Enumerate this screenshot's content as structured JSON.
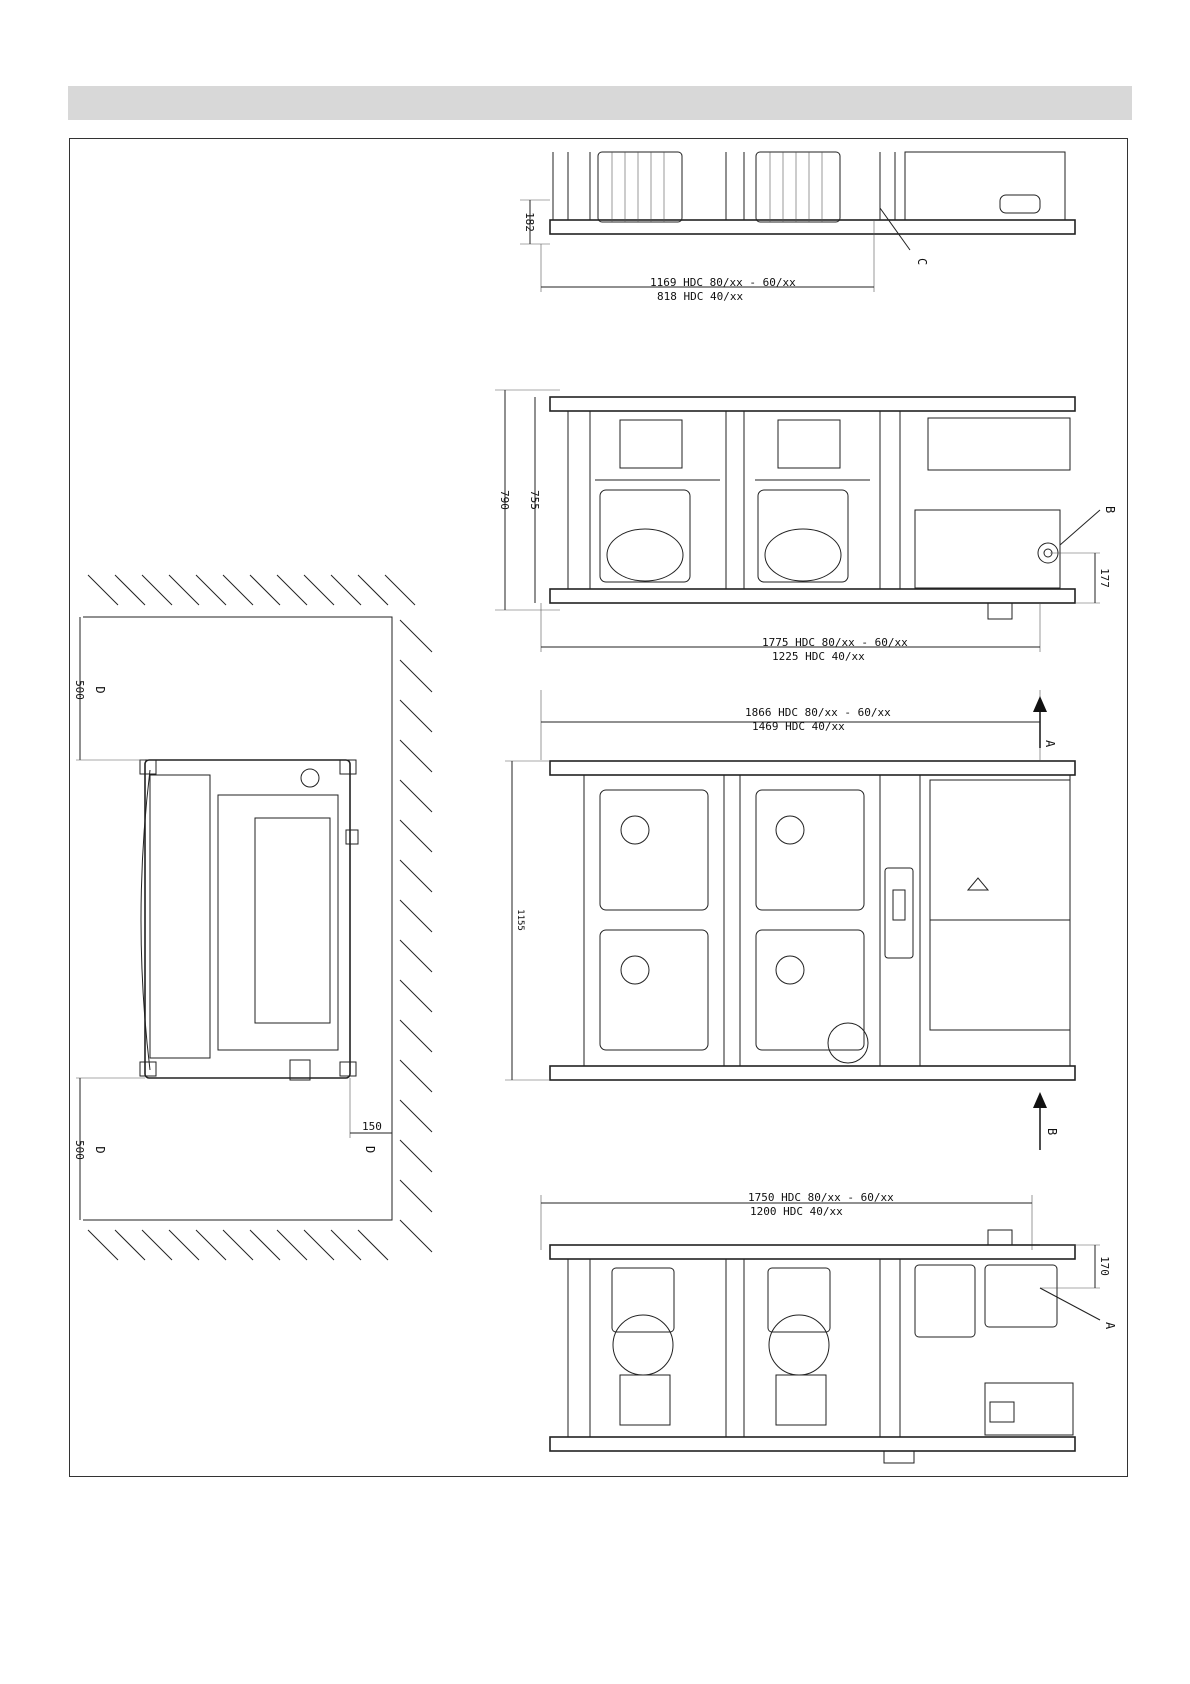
{
  "header": {
    "title": ""
  },
  "views": {
    "top_view": {
      "height_dim": "182",
      "width_dim_1": "1169  HDC 80/xx - 60/xx",
      "width_dim_2": "818  HDC 40/xx",
      "callout": "C"
    },
    "second_view": {
      "height_dim_outer": "790",
      "height_dim_inner": "755",
      "side_dim": "177",
      "width_dim_1": "1775  HDC 80/xx - 60/xx",
      "width_dim_2": "1225  HDC 40/xx",
      "callout": "B"
    },
    "plan_view": {
      "width_dim_1": "1866  HDC 80/xx - 60/xx",
      "width_dim_2": "1469  HDC 40/xx",
      "height_dim": "1155",
      "arrow_top_label": "A",
      "arrow_bottom_label": "B"
    },
    "bottom_view": {
      "width_dim_1": "1750  HDC 80/xx - 60/xx",
      "width_dim_2": "1200  HDC 40/xx",
      "side_dim": "170",
      "callout": "A"
    },
    "clearance_view": {
      "top_clearance": "500",
      "top_label": "D",
      "bottom_clearance": "500",
      "bottom_label": "D",
      "side_clearance": "150",
      "side_label": "D"
    }
  }
}
